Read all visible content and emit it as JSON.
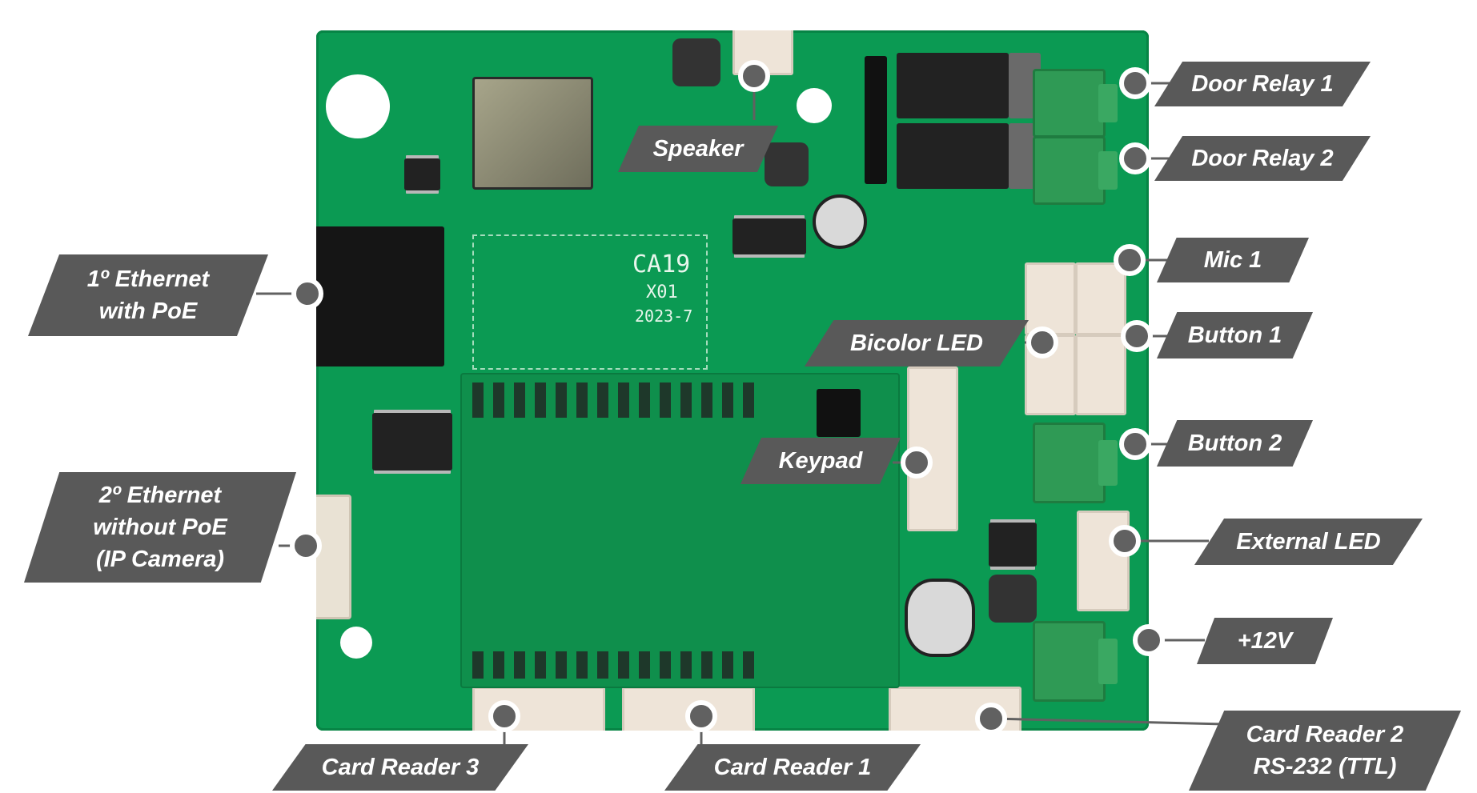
{
  "board": {
    "silkscreen_lines": [
      "CA19",
      "X01",
      "2023-7"
    ]
  },
  "labels": {
    "door_relay_1": [
      "Door Relay 1"
    ],
    "door_relay_2": [
      "Door Relay 2"
    ],
    "speaker": [
      "Speaker"
    ],
    "ethernet_1": [
      "1º Ethernet",
      "with PoE"
    ],
    "mic_1": [
      "Mic 1"
    ],
    "bicolor_led": [
      "Bicolor LED"
    ],
    "button_1": [
      "Button 1"
    ],
    "button_2": [
      "Button 2"
    ],
    "keypad": [
      "Keypad"
    ],
    "ethernet_2": [
      "2º Ethernet",
      "without PoE",
      "(IP Camera)"
    ],
    "external_led": [
      "External LED"
    ],
    "power": [
      "+12V"
    ],
    "card_reader_3": [
      "Card Reader 3"
    ],
    "card_reader_1": [
      "Card Reader 1"
    ],
    "card_reader_2": [
      "Card Reader 2",
      "RS-232 (TTL)"
    ]
  },
  "colors": {
    "board": "#0b9a53",
    "label": "#595959",
    "callout": "#616161",
    "text": "#ffffff"
  }
}
